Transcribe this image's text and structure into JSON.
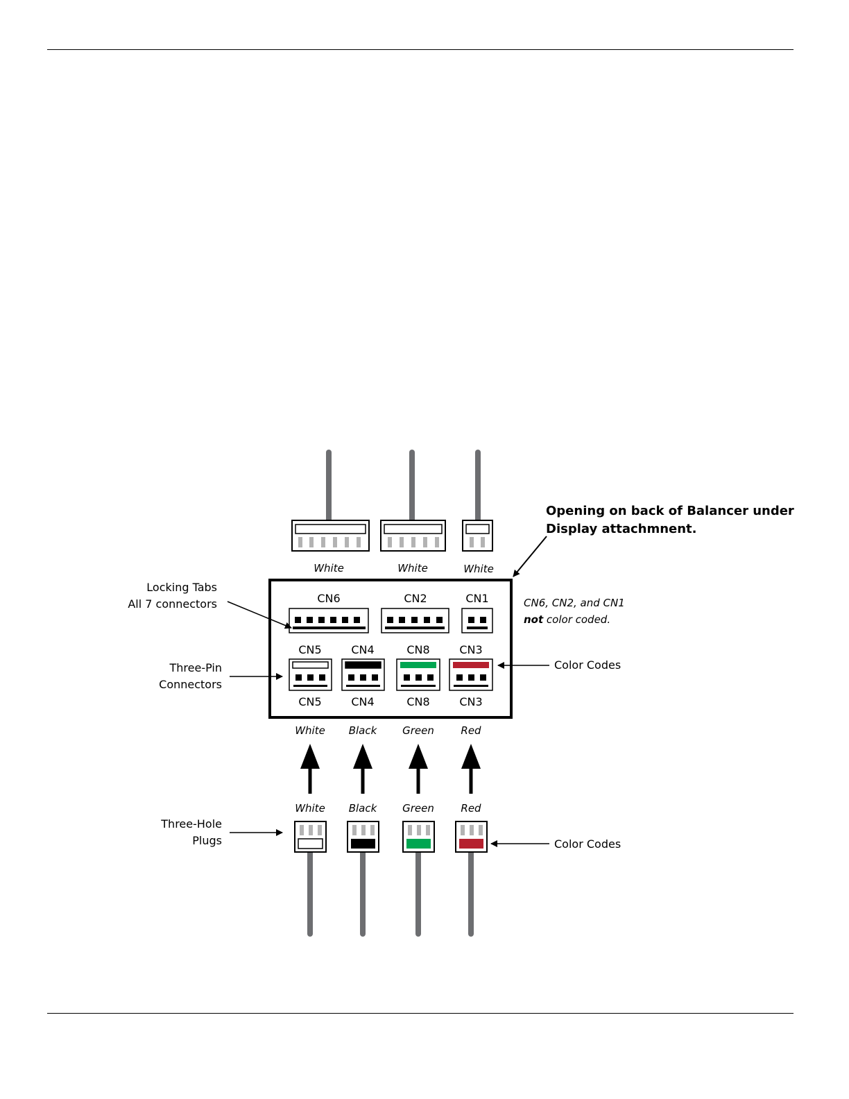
{
  "top_plugs": {
    "colors": [
      "White",
      "White",
      "White"
    ]
  },
  "panel": {
    "title_line1": "Opening on back of Balancer under",
    "title_line2": "Display attachmnent.",
    "top_connectors": [
      "CN6",
      "CN2",
      "CN1"
    ],
    "note_line1": "CN6, CN2, and CN1",
    "note_line2_bold": "not",
    "note_line2_rest": " color coded.",
    "three_pin": [
      {
        "label": "CN5",
        "color": "White",
        "hex": "#ffffff"
      },
      {
        "label": "CN4",
        "color": "Black",
        "hex": "#000000"
      },
      {
        "label": "CN8",
        "color": "Green",
        "hex": "#00a651"
      },
      {
        "label": "CN3",
        "color": "Red",
        "hex": "#b5202e"
      }
    ]
  },
  "callouts": {
    "locking_tabs_line1": "Locking Tabs",
    "locking_tabs_line2": "All 7 connectors",
    "three_pin_line1": "Three-Pin",
    "three_pin_line2": "Connectors",
    "color_codes": "Color Codes",
    "three_hole_line1": "Three-Hole",
    "three_hole_line2": "Plugs"
  },
  "bottom_plugs": {
    "colors": [
      "White",
      "Black",
      "Green",
      "Red"
    ]
  }
}
